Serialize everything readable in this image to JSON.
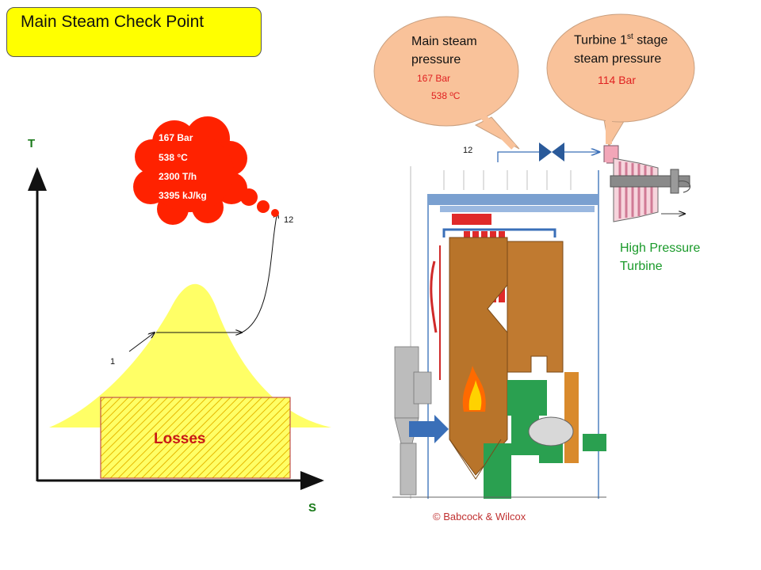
{
  "title": "Main Steam Check Point",
  "ts_diagram": {
    "axis_t": "T",
    "axis_s": "S",
    "point_start": "1",
    "point_end": "12",
    "losses": "Losses",
    "cloud": {
      "pressure": "167 Bar",
      "temperature": "538 °C",
      "flow": "2300 T/h",
      "enthalpy": "3395 kJ/kg"
    }
  },
  "callout_main": {
    "line1": "Main steam",
    "line2": "pressure",
    "pressure": "167 Bar",
    "temperature": "538 ºC"
  },
  "callout_turbine": {
    "line1_pre": "Turbine 1",
    "line1_sup": "st",
    "line1_post": " stage",
    "line2": "steam pressure",
    "pressure": "114 Bar"
  },
  "boiler": {
    "point_label": "12",
    "copyright": "© Babcock & Wilcox"
  },
  "turbine": {
    "line1": "High Pressure",
    "line2": "Turbine"
  },
  "colors": {
    "title_bg": "#ffff00",
    "dome_fill": "#ffff66",
    "cloud_red": "#ff2200",
    "callout_fill": "#f9c29a",
    "value_red": "#e02020",
    "turbine_green": "#1a9a2a",
    "steam_line": "#3a6fb8"
  }
}
